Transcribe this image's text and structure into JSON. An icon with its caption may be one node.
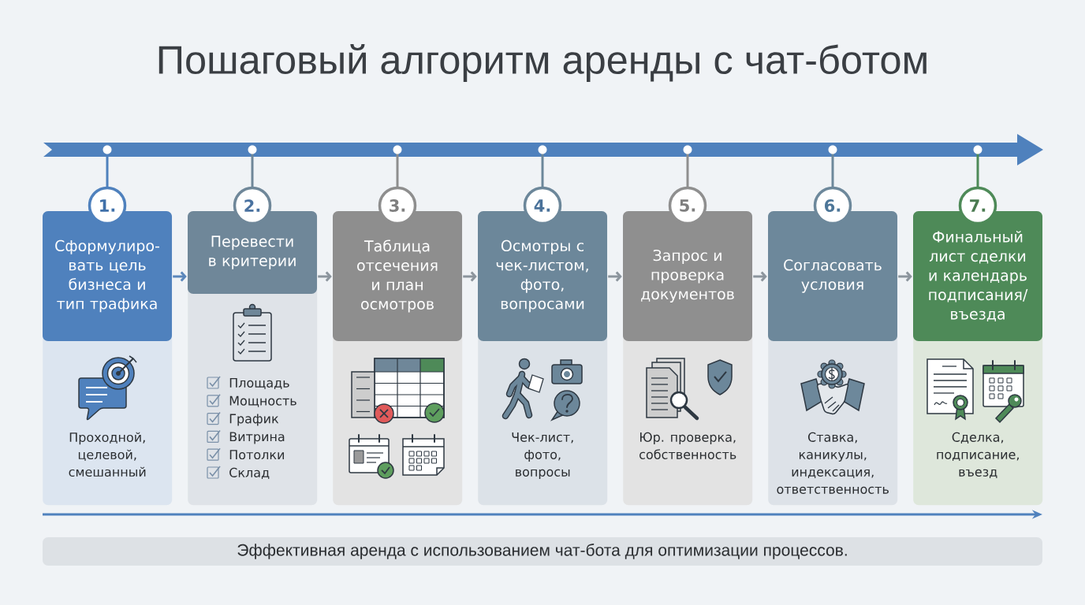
{
  "diagram": {
    "title": "Пошаговый алгоритм аренды с чат-ботом",
    "caption": "Эффективная аренда с использованием чат-бота для оптимизации процессов.",
    "nodes": [
      {
        "text": [
          "Проходной, целевой, смешанный"
        ]
      },
      {
        "text": [
          "1."
        ]
      },
      {
        "text": [
          "Сформулиро- вать цель бизнеса и тип трафика"
        ],
        "in": 0
      },
      {
        "text": [
          "Площадь",
          "Мощность",
          "График",
          "Витрина",
          "Потолки",
          "Склад"
        ]
      },
      {
        "text": [
          "2."
        ]
      },
      {
        "text": [
          "Перевести в критерии"
        ],
        "in": 3
      },
      {
        "text": [],
        "shape": "box"
      },
      {
        "text": [
          "3."
        ]
      },
      {
        "text": [
          "Таблица отсечения и план осмотров"
        ],
        "in": 6
      },
      {
        "text": [
          "Чек-лист, фото, вопросы"
        ]
      },
      {
        "text": [
          "4."
        ]
      },
      {
        "text": [
          "Осмотры с чек-листом, фото, вопросами"
        ],
        "in": 9
      },
      {
        "text": [
          "Юр. проверка, собственность"
        ]
      },
      {
        "text": [
          "5."
        ]
      },
      {
        "text": [
          "Запрос и проверка документов"
        ],
        "in": 12
      },
      {
        "text": [
          "Ставка, каникулы, индексация, ответственность"
        ]
      },
      {
        "text": [
          "6."
        ]
      },
      {
        "text": [
          "Согласовать условия"
        ],
        "in": 15
      },
      {
        "text": [
          "Сделка, подписание, въезд"
        ]
      },
      {
        "text": [
          "7."
        ]
      },
      {
        "text": [
          "Финальный лист сделки и календарь подписания/ въезда"
        ],
        "in": 18
      }
    ],
    "edges": [
      {
        "from": 2,
        "to": 5,
        "arrow": "to",
        "color": "#5b87bb"
      },
      {
        "from": 5,
        "to": 8,
        "arrow": "to"
      },
      {
        "from": 8,
        "to": 11,
        "arrow": "to"
      },
      {
        "from": 11,
        "to": 14,
        "arrow": "to"
      },
      {
        "from": 14,
        "to": 17,
        "arrow": "to"
      },
      {
        "from": 17,
        "to": 20,
        "arrow": "to"
      }
    ]
  }
}
